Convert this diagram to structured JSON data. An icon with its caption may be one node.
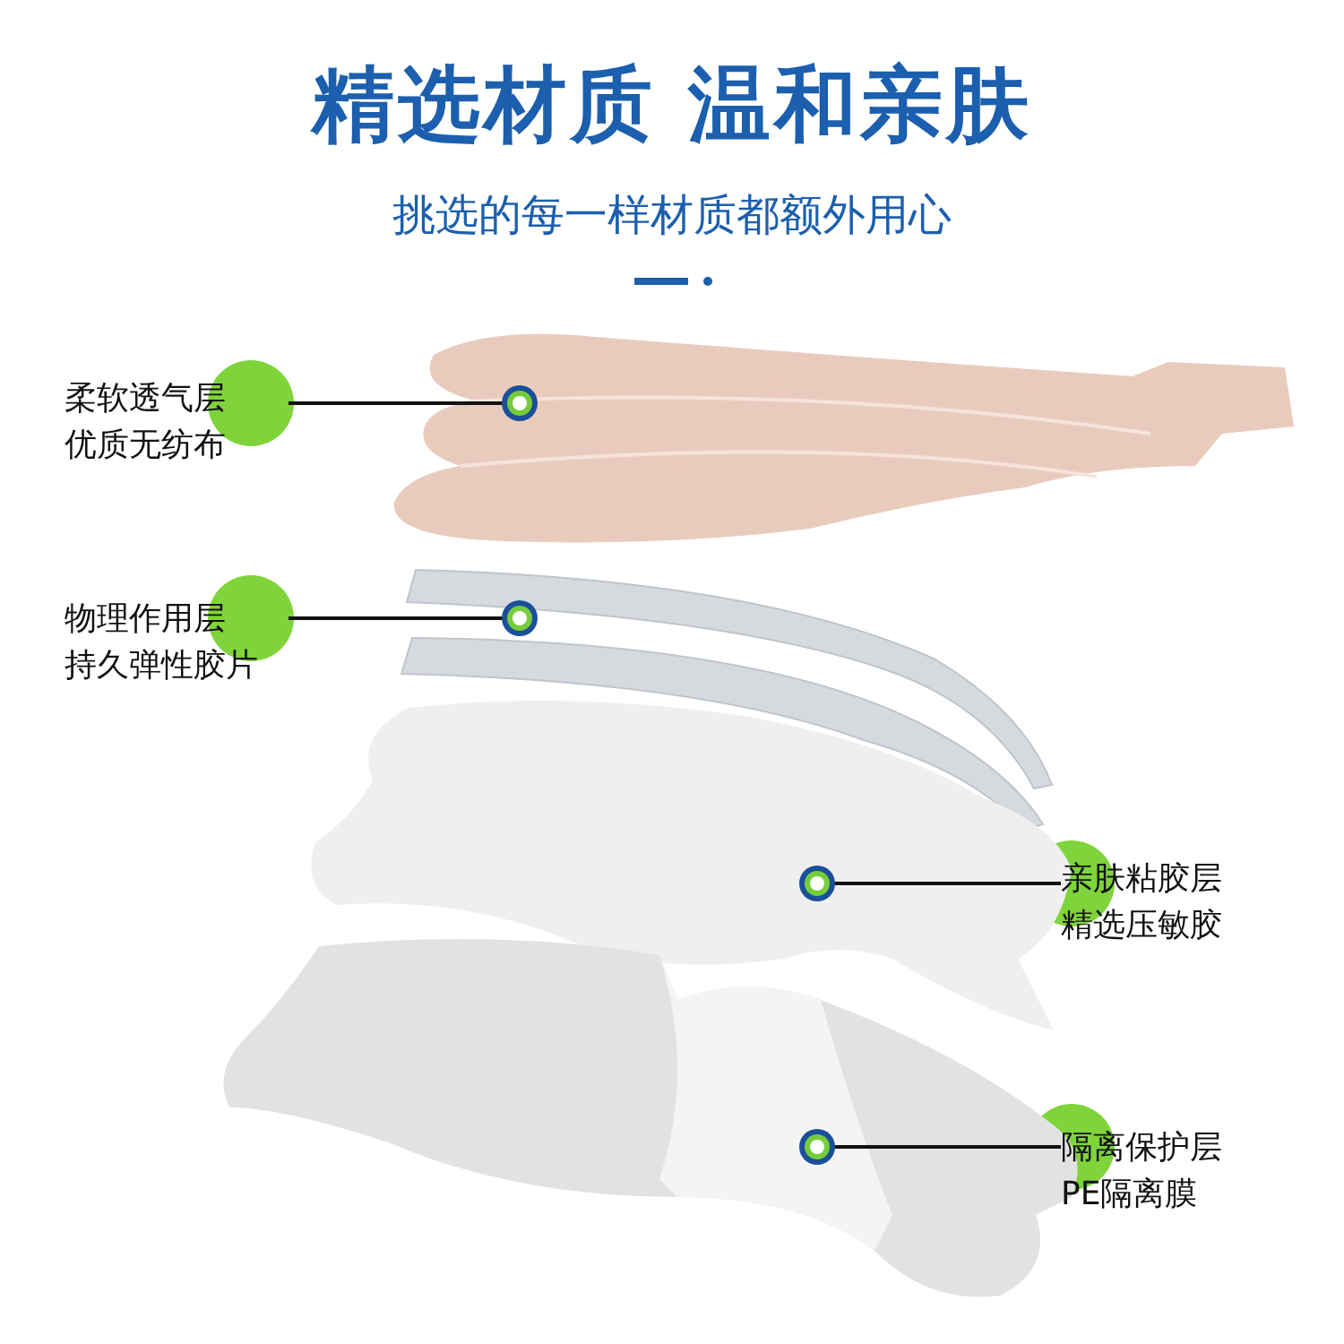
{
  "diagram": {
    "title": "精选材质 温和亲肤",
    "nodes": [
      {
        "text": [
          "柔软透气层",
          "优质无纺布"
        ]
      },
      {
        "text": [],
        "shape": "picture"
      },
      {
        "text": [
          "物理作用层",
          "持久弹性胶片"
        ]
      },
      {
        "text": [],
        "shape": "picture"
      },
      {
        "text": [],
        "shape": "picture"
      },
      {
        "text": [
          "亲肤粘胶层",
          "精选压敏胶"
        ]
      },
      {
        "text": [],
        "shape": "picture"
      },
      {
        "text": [
          "隔离保护层",
          "PE隔离膜"
        ]
      }
    ],
    "edges": [
      {
        "from": 0,
        "to": 1,
        "arrow": "other"
      },
      {
        "from": 2,
        "to": 3,
        "arrow": "other"
      },
      {
        "from": 5,
        "to": 4,
        "arrow": "other"
      },
      {
        "from": 7,
        "to": 6,
        "arrow": "other"
      }
    ],
    "labels": [
      "挑选的每一样材质都额外用心"
    ]
  }
}
